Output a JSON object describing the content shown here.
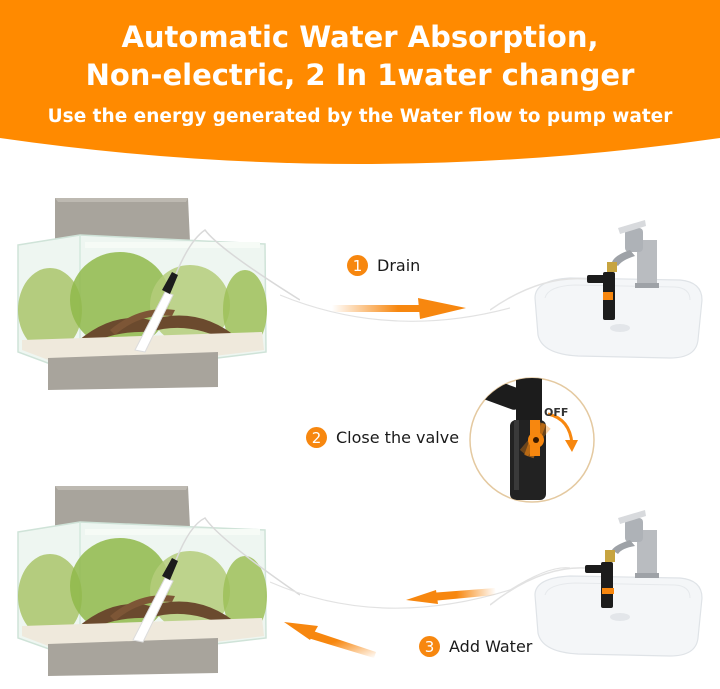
{
  "header": {
    "title_line_1": "Automatic Water Absorption,",
    "title_line_2": "Non-electric, 2 In 1water changer",
    "subtitle": "Use the energy generated by the Water flow to pump water",
    "band_color": "#ff8a00",
    "text_color": "#ffffff"
  },
  "steps": [
    {
      "number": "1",
      "label": "Drain",
      "arrow_direction": "right"
    },
    {
      "number": "2",
      "label": "Close the valve",
      "valve_state_label": "OFF"
    },
    {
      "number": "3",
      "label": "Add Water",
      "arrow_direction": "left"
    }
  ],
  "colors": {
    "accent": "#f7870f",
    "tank_cover": "#a8a49c",
    "glass": "#e9f3ee",
    "plants": "#8fb84a",
    "driftwood": "#6b4a2e",
    "sand": "#efe9dc",
    "sink": "#f4f6f8",
    "faucet": "#b9bcc0",
    "valve_body": "#1c1c1c",
    "tube": "#d9d9d9"
  },
  "icons": {
    "step_badge": "numbered-circle-icon",
    "flow_arrow": "arrow-icon",
    "rotate_arrow": "curved-arrow-icon"
  }
}
